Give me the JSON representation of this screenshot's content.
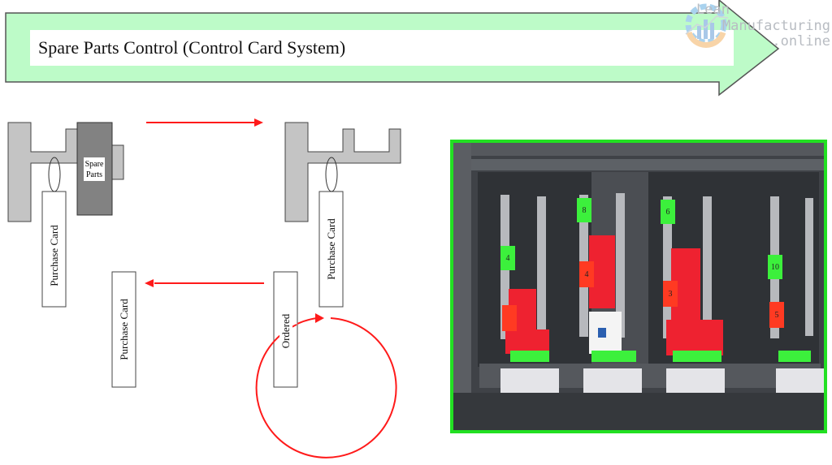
{
  "banner": {
    "title": "Spare Parts Control (Control Card System)",
    "fill_color": "#bdfbc8"
  },
  "watermark": {
    "line1": "Lean",
    "line2": "Manufacturing",
    "line3": ".online",
    "icon": "gear-chart-logo-icon"
  },
  "diagram": {
    "stage1": {
      "part_label": "Spare\nParts",
      "part_label_line1": "Spare",
      "part_label_line2": "Parts",
      "card_label": "Purchase Card"
    },
    "stage2": {
      "card_label": "Purchase Card"
    },
    "stage3": {
      "card_label": "Purchase Card"
    },
    "stage4": {
      "card_label": "Ordered"
    },
    "arrow_color": "#ff1a1a"
  },
  "photo": {
    "border_color": "#22e022",
    "green_tags": [
      "4",
      "8",
      "6",
      "10"
    ],
    "red_tags": [
      "4",
      "3",
      "5"
    ]
  }
}
